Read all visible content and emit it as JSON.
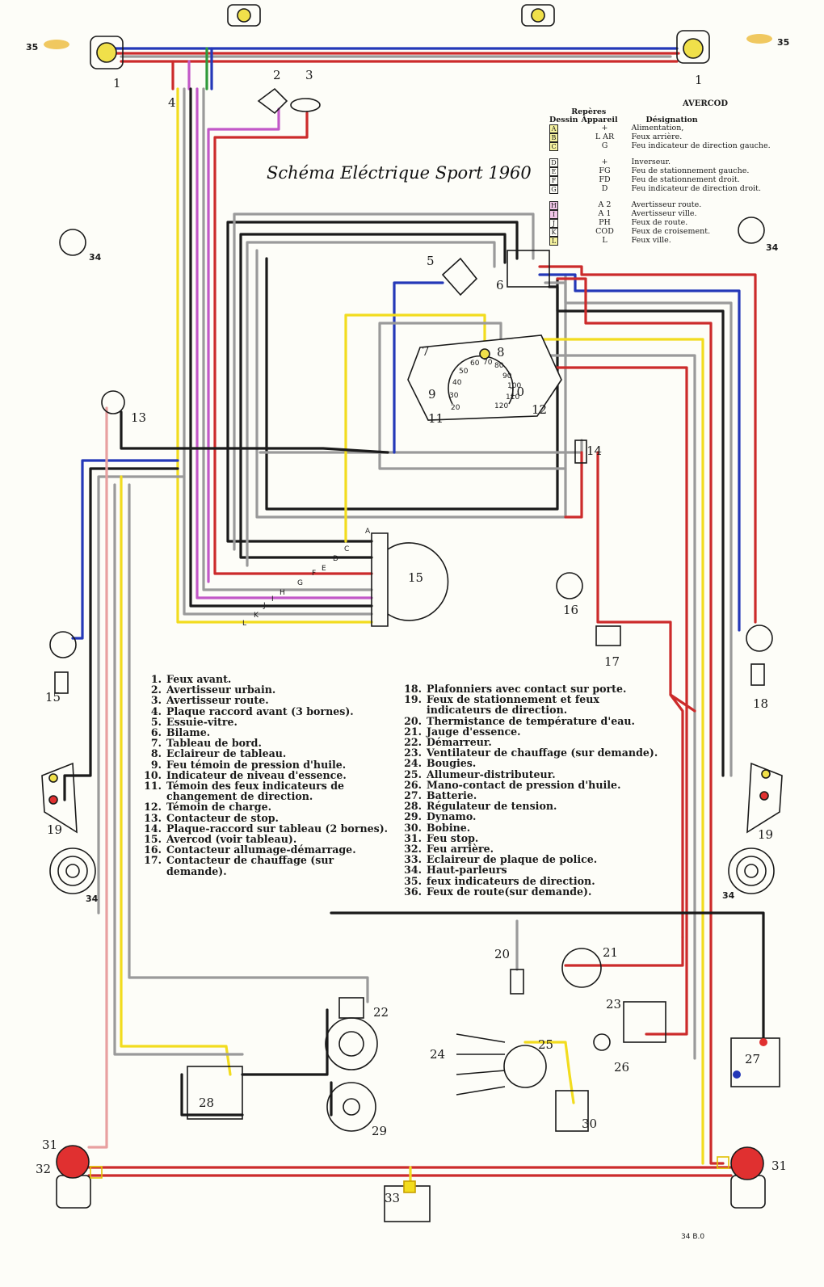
{
  "title": "Schéma Eléctrique Sport 1960",
  "avercod": {
    "heading": "AVERCOD",
    "reperes": "Repères",
    "col_dessin": "Dessin",
    "col_appareil": "Appareil",
    "col_designation": "Désignation",
    "rows": [
      {
        "dessin": "A",
        "appareil": "+",
        "designation": "Alimentation,"
      },
      {
        "dessin": "B",
        "appareil": "L AR",
        "designation": "Feux arrière."
      },
      {
        "dessin": "C",
        "appareil": "G",
        "designation": "Feu indicateur de direction gauche."
      },
      {
        "dessin": "D",
        "appareil": "+",
        "designation": "Inverseur."
      },
      {
        "dessin": "E",
        "appareil": "FG",
        "designation": "Feu de stationnement gauche."
      },
      {
        "dessin": "F",
        "appareil": "FD",
        "designation": "Feu de stationnement droit."
      },
      {
        "dessin": "G",
        "appareil": "D",
        "designation": "Feu indicateur de direction droit."
      },
      {
        "dessin": "H",
        "appareil": "A 2",
        "designation": "Avertisseur route."
      },
      {
        "dessin": "I",
        "appareil": "A 1",
        "designation": "Avertisseur ville."
      },
      {
        "dessin": "J",
        "appareil": "PH",
        "designation": "Feux de route."
      },
      {
        "dessin": "K",
        "appareil": "COD",
        "designation": "Feux de croisement."
      },
      {
        "dessin": "L",
        "appareil": "L",
        "designation": "Feux ville."
      }
    ]
  },
  "legend_left": [
    {
      "n": "1.",
      "t": "Feux avant."
    },
    {
      "n": "2.",
      "t": "Avertisseur urbain."
    },
    {
      "n": "3.",
      "t": "Avertisseur route."
    },
    {
      "n": "4.",
      "t": "Plaque raccord avant (3 bornes)."
    },
    {
      "n": "5.",
      "t": "Essuie-vitre."
    },
    {
      "n": "6.",
      "t": "Bilame."
    },
    {
      "n": "7.",
      "t": "Tableau de bord."
    },
    {
      "n": "8.",
      "t": "Eclaireur de tableau."
    },
    {
      "n": "9.",
      "t": "Feu témoin de pression d'huile."
    },
    {
      "n": "10.",
      "t": "Indicateur de niveau d'essence."
    },
    {
      "n": "11.",
      "t": "Témoin des feux indicateurs de changement de direction."
    },
    {
      "n": "12.",
      "t": "Témoin de charge."
    },
    {
      "n": "13.",
      "t": "Contacteur de stop."
    },
    {
      "n": "14.",
      "t": "Plaque-raccord sur tableau (2 bornes)."
    },
    {
      "n": "15.",
      "t": "Avercod (voir tableau)."
    },
    {
      "n": "16.",
      "t": "Contacteur allumage-démarrage."
    },
    {
      "n": "17.",
      "t": "Contacteur de chauffage (sur demande)."
    }
  ],
  "legend_right": [
    {
      "n": "18.",
      "t": "Plafonniers avec contact sur porte."
    },
    {
      "n": "19.",
      "t": "Feux de stationnement et feux indicateurs de direction."
    },
    {
      "n": "20.",
      "t": "Thermistance de température d'eau."
    },
    {
      "n": "21.",
      "t": "Jauge d'essence."
    },
    {
      "n": "22.",
      "t": "Démarreur."
    },
    {
      "n": "23.",
      "t": "Ventilateur de chauffage (sur demande)."
    },
    {
      "n": "24.",
      "t": "Bougies."
    },
    {
      "n": "25.",
      "t": "Allumeur-distributeur."
    },
    {
      "n": "26.",
      "t": "Mano-contact de pression d'huile."
    },
    {
      "n": "27.",
      "t": "Batterie."
    },
    {
      "n": "28.",
      "t": "Régulateur de tension."
    },
    {
      "n": "29.",
      "t": "Dynamo."
    },
    {
      "n": "30.",
      "t": "Bobine."
    },
    {
      "n": "31.",
      "t": "Feu stop."
    },
    {
      "n": "32.",
      "t": "Feu arrière."
    },
    {
      "n": "33.",
      "t": "Eclaireur de plaque de police."
    },
    {
      "n": "34.",
      "t": "Haut-parleurs"
    },
    {
      "n": "35.",
      "t": "feux indicateurs de direction."
    },
    {
      "n": "36.",
      "t": "Feux de route(sur demande)."
    }
  ],
  "component_labels": {
    "l1a": "1",
    "l1b": "1",
    "l2": "2",
    "l3": "3",
    "l4": "4",
    "l5": "5",
    "l6": "6",
    "l7": "7",
    "l8": "8",
    "l9": "9",
    "l10": "10",
    "l11": "11",
    "l12": "12",
    "l13": "13",
    "l14": "14",
    "l15": "15",
    "l16": "16",
    "l17": "17",
    "l18": "18",
    "l19a": "19",
    "l19b": "19",
    "l20": "20",
    "l21": "21",
    "l22": "22",
    "l23": "23",
    "l24": "24",
    "l25": "25",
    "l26": "26",
    "l27": "27",
    "l28": "28",
    "l29": "29",
    "l30": "30",
    "l31": "31",
    "l31b": "31",
    "l32": "32",
    "l33": "33",
    "l34a": "34",
    "l34b": "34",
    "l34c": "34",
    "l34d": "34",
    "l35a": "35",
    "l35b": "35",
    "l15b": "15"
  },
  "avercod_terminals": [
    "A",
    "C",
    "D",
    "E",
    "F",
    "G",
    "H",
    "I",
    "J",
    "K",
    "L"
  ],
  "gauge_ticks": [
    "20",
    "30",
    "40",
    "50",
    "60",
    "70",
    "80",
    "90",
    "100",
    "110",
    "120"
  ],
  "footnote": "34 B.0",
  "wire_colors": {
    "red": "#cc2b2b",
    "blue": "#2438b8",
    "yellow": "#f2dc1e",
    "black": "#1a1a1a",
    "grey": "#9a9a9a",
    "pink": "#e8a0a0",
    "violet": "#c258c8",
    "green": "#2f9a3a",
    "lamp_yellow": "#f0e04a",
    "lamp_amber": "#f0c860",
    "lamp_red": "#e03030"
  }
}
